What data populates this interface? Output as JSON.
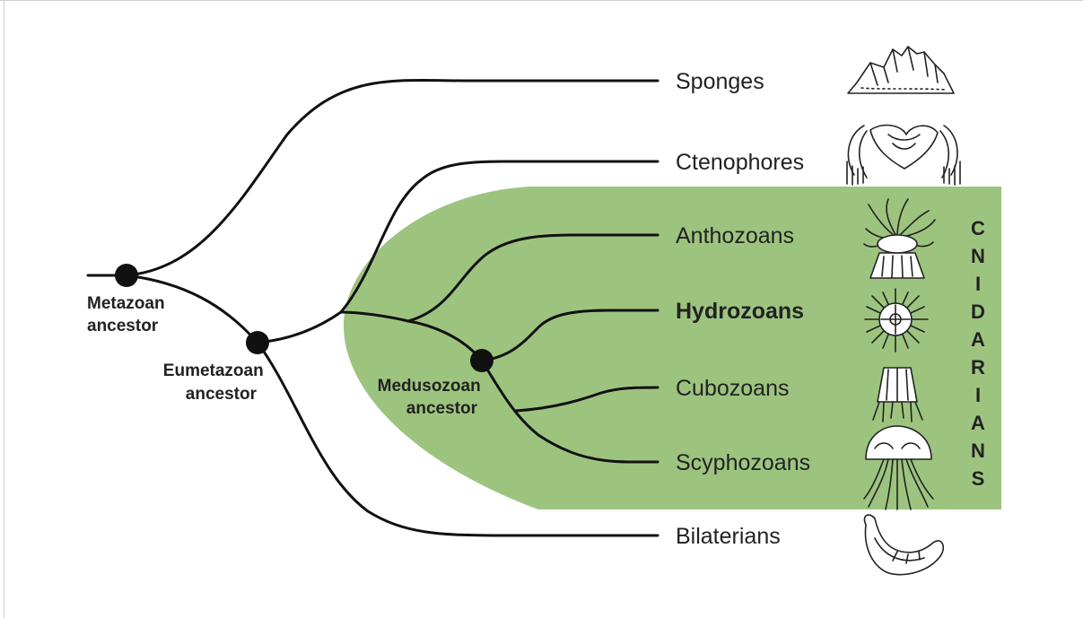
{
  "colors": {
    "clade_highlight": "#9dc47f",
    "lines": "#111111",
    "text": "#222222",
    "frame": "#cfcfcf"
  },
  "taxa": {
    "sponges": "Sponges",
    "ctenophores": "Ctenophores",
    "anthozoans": "Anthozoans",
    "hydrozoans": "Hydrozoans",
    "cubozoans": "Cubozoans",
    "scyphozoans": "Scyphozoans",
    "bilaterians": "Bilaterians"
  },
  "nodes": {
    "metazoan": [
      "Metazoan",
      "ancestor"
    ],
    "eumetazoan": [
      "Eumetazoan",
      "ancestor"
    ],
    "medusozoan": [
      "Medusozoan",
      "ancestor"
    ]
  },
  "clade_label_letters": [
    "C",
    "N",
    "I",
    "D",
    "A",
    "R",
    "I",
    "A",
    "N",
    "S"
  ],
  "icons": [
    "sponge-icon",
    "ctenophore-icon",
    "sea-anemone-icon",
    "hydrozoan-medusa-icon",
    "box-jellyfish-icon",
    "jellyfish-icon",
    "worm-icon"
  ]
}
